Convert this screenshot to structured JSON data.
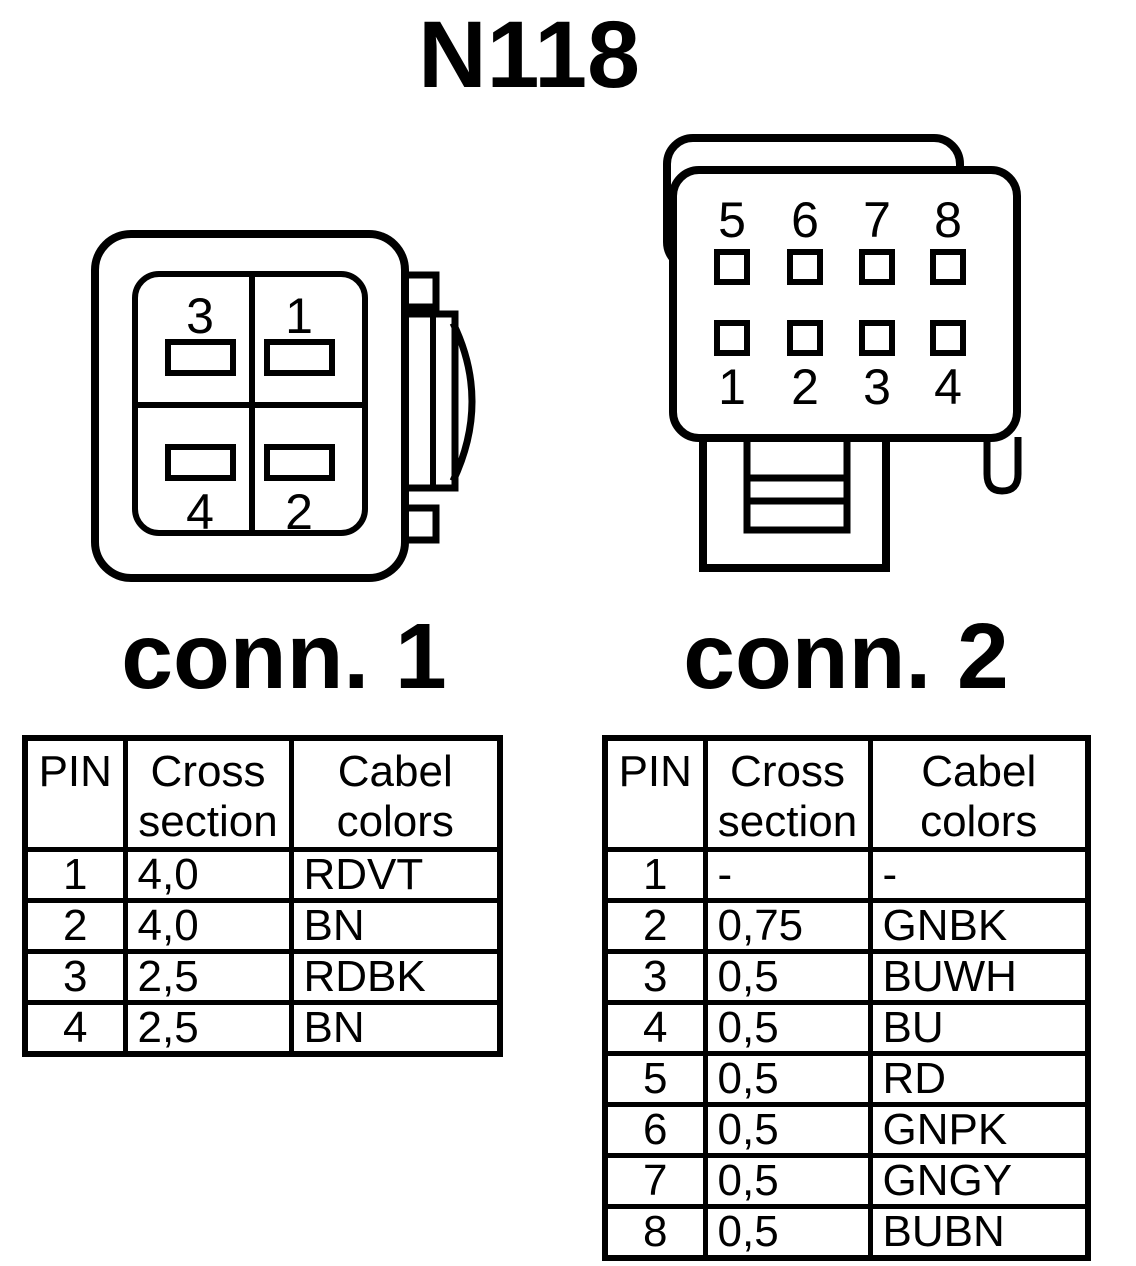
{
  "title": "N118",
  "colors": {
    "ink": "#000000",
    "paper": "#ffffff"
  },
  "connector1": {
    "label": "conn. 1",
    "pin_labels": {
      "top_left": "3",
      "top_right": "1",
      "bottom_left": "4",
      "bottom_right": "2"
    },
    "table": {
      "headers": [
        "PIN",
        "Cross section",
        "Cabel colors"
      ],
      "rows": [
        [
          "1",
          "4,0",
          "RDVT"
        ],
        [
          "2",
          "4,0",
          "BN"
        ],
        [
          "3",
          "2,5",
          "RDBK"
        ],
        [
          "4",
          "2,5",
          "BN"
        ]
      ]
    }
  },
  "connector2": {
    "label": "conn. 2",
    "pin_rows": {
      "top": [
        "5",
        "6",
        "7",
        "8"
      ],
      "bottom": [
        "1",
        "2",
        "3",
        "4"
      ]
    },
    "table": {
      "headers": [
        "PIN",
        "Cross section",
        "Cabel colors"
      ],
      "rows": [
        [
          "1",
          "-",
          "-"
        ],
        [
          "2",
          "0,75",
          "GNBK"
        ],
        [
          "3",
          "0,5",
          "BUWH"
        ],
        [
          "4",
          "0,5",
          "BU"
        ],
        [
          "5",
          "0,5",
          "RD"
        ],
        [
          "6",
          "0,5",
          "GNPK"
        ],
        [
          "7",
          "0,5",
          "GNGY"
        ],
        [
          "8",
          "0,5",
          "BUBN"
        ]
      ]
    }
  }
}
